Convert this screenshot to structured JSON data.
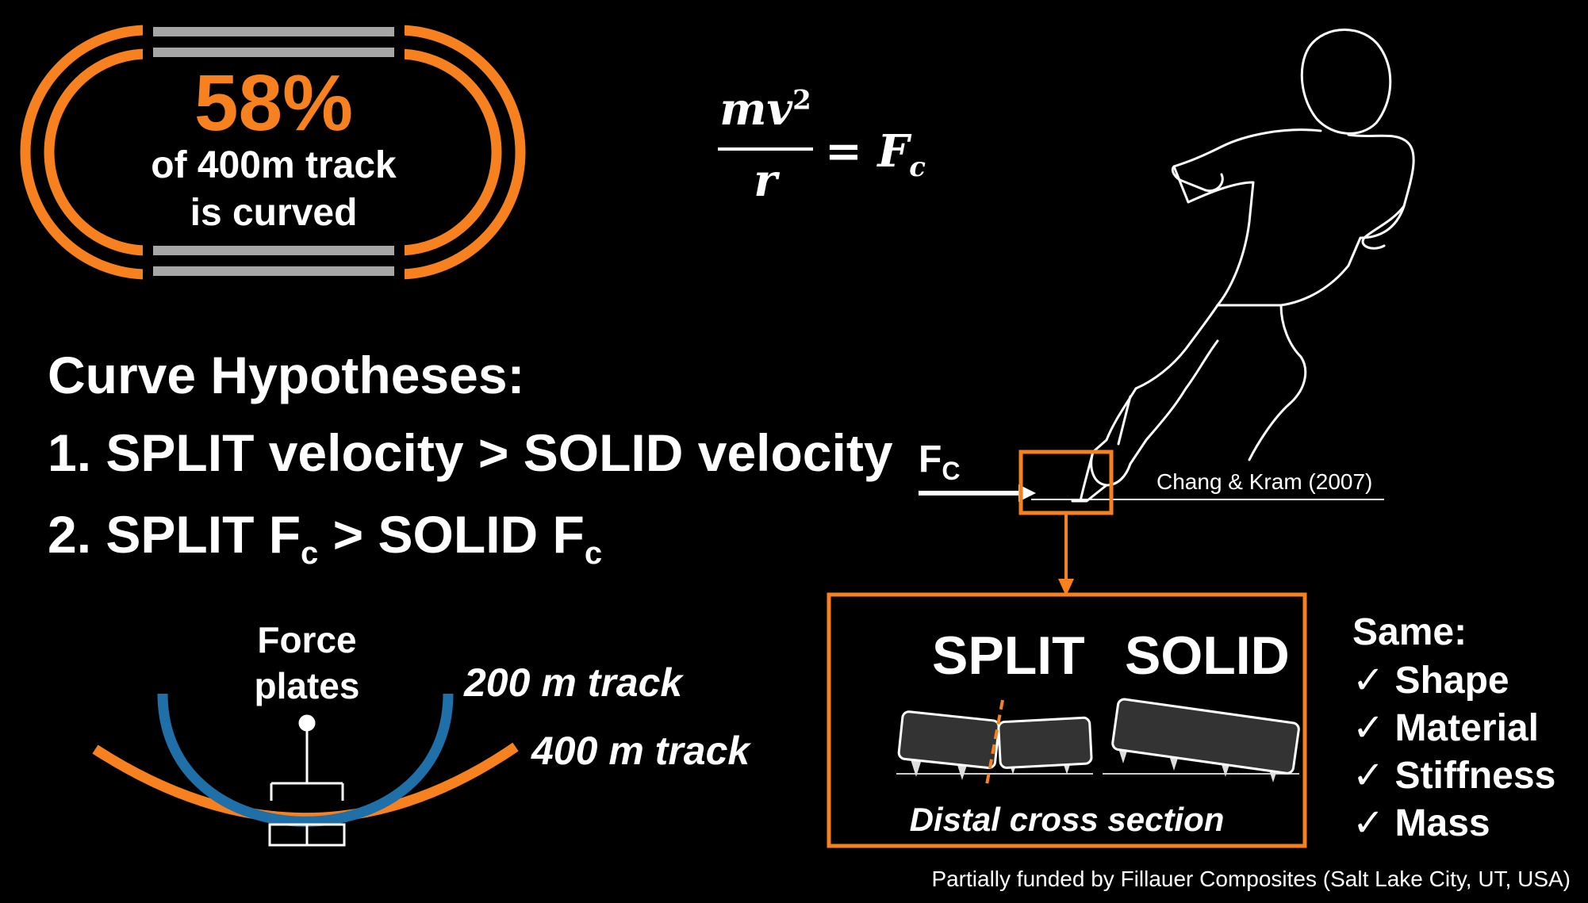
{
  "track_stat": {
    "percent": "58%",
    "line1": "of 400m track",
    "line2": "is curved"
  },
  "equation": {
    "numerator": "mv",
    "exponent": "2",
    "denominator": "r",
    "rhs": "= F",
    "rhs_sub": "c"
  },
  "hypotheses": {
    "title": "Curve Hypotheses:",
    "h1": "1. SPLIT velocity > SOLID velocity",
    "h2_a": "2. SPLIT F",
    "h2_sub1": "c",
    "h2_b": " > SOLID F",
    "h2_sub2": "c"
  },
  "track_diagram": {
    "force_plates_line1": "Force",
    "force_plates_line2": "plates",
    "track_200": "200 m track",
    "track_400": "400 m track"
  },
  "runner": {
    "force_label": "F",
    "force_sub": "C",
    "citation": "Chang & Kram (2007)"
  },
  "cross_section": {
    "split": "SPLIT",
    "solid": "SOLID",
    "caption": "Distal cross section"
  },
  "same": {
    "title": "Same:",
    "items": [
      "✓ Shape",
      "✓ Material",
      "✓ Stiffness",
      "✓ Mass"
    ]
  },
  "footer": "Partially funded by Fillauer Composites (Salt Lake City, UT, USA)",
  "colors": {
    "orange": "#f7811e",
    "blue": "#1f6fa8",
    "gray": "#a6a6a6",
    "background": "#000000"
  }
}
